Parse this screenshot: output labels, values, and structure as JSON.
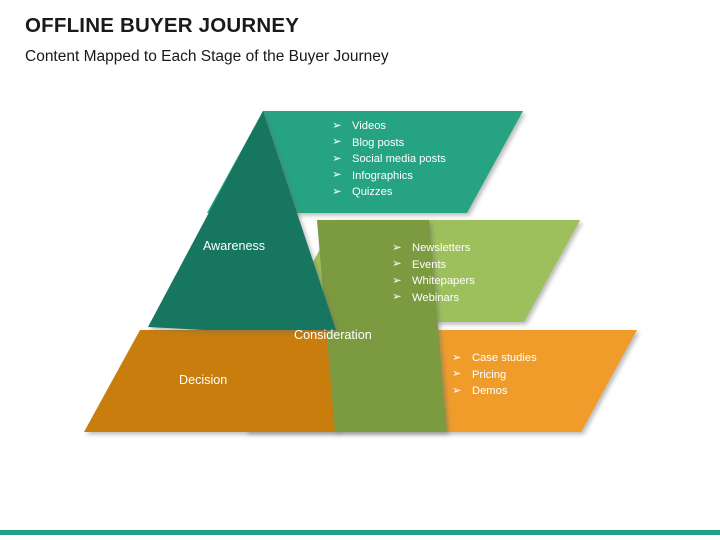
{
  "header": {
    "title": "OFFLINE BUYER JOURNEY",
    "subtitle": "Content Mapped to Each Stage of the Buyer Journey"
  },
  "diagram": {
    "type": "stacked-chevron-funnel",
    "bullet_marker": "➢",
    "stages": [
      {
        "id": "awareness",
        "label": "Awareness",
        "dark_color": "#15765F",
        "light_color": "#27A383",
        "items": [
          "Videos",
          "Blog posts",
          "Social media posts",
          "Infographics",
          "Quizzes"
        ]
      },
      {
        "id": "consideration",
        "label": "Consideration",
        "dark_color": "#7B9A40",
        "light_color": "#9DC05C",
        "items": [
          "Newsletters",
          "Events",
          "Whitepapers",
          "Webinars"
        ]
      },
      {
        "id": "decision",
        "label": "Decision",
        "dark_color": "#C87D0A",
        "light_color": "#F09C2C",
        "items": [
          "Case studies",
          "Pricing",
          "Demos"
        ]
      }
    ]
  },
  "footer": {
    "accent_color": "#23a188"
  }
}
